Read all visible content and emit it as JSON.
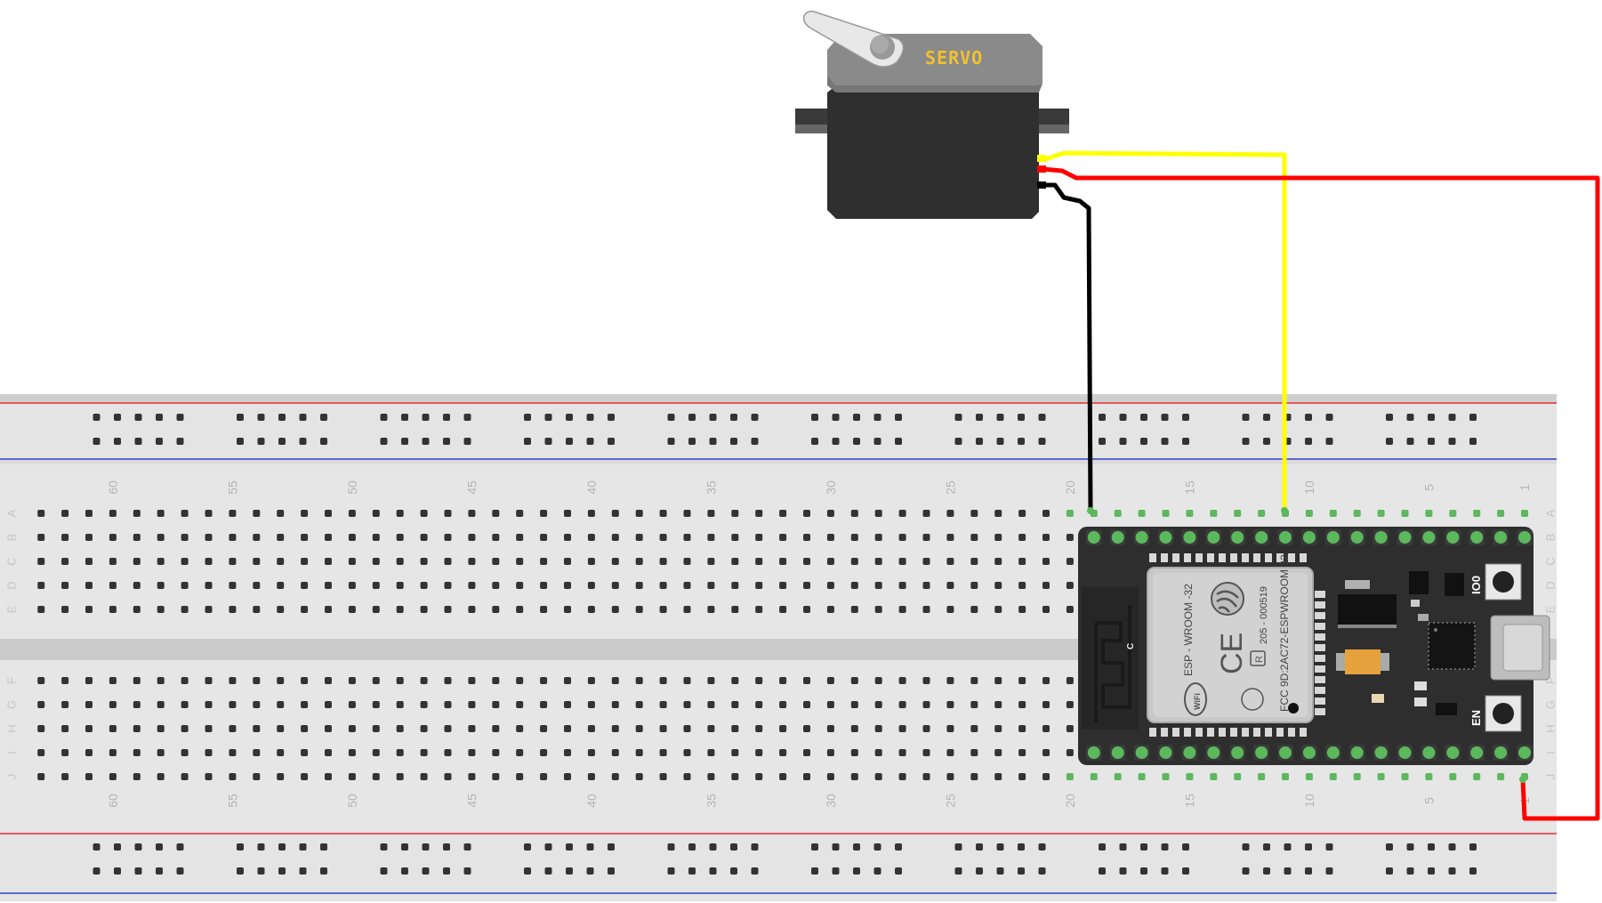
{
  "breadboard": {
    "column_numbers": [
      "60",
      "55",
      "50",
      "45",
      "40",
      "35",
      "30",
      "25",
      "20",
      "15",
      "10",
      "5",
      "1"
    ],
    "row_letters_top": [
      "A",
      "B",
      "C",
      "D",
      "E"
    ],
    "row_letters_bottom": [
      "F",
      "G",
      "H",
      "I",
      "J"
    ]
  },
  "servo": {
    "label": "SERVO"
  },
  "esp32": {
    "module_text": "ESP - WROOM -32",
    "fcc_text": "FCC 9D:2AC72-ESPWROOM 32",
    "cert_text": "205 - 000519",
    "wifi_text": "WiFi",
    "ce_text": "CE",
    "r_mark": "R",
    "c_mark": "C",
    "button_io0": "IO0",
    "button_en": "EN"
  },
  "wires": [
    {
      "name": "servo-ground",
      "color": "#000000"
    },
    {
      "name": "servo-signal",
      "color": "#ffff00"
    },
    {
      "name": "servo-power",
      "color": "#ff0000"
    }
  ],
  "colors": {
    "rail_red": "#e03030",
    "rail_blue": "#3040c8",
    "pin_green": "#5cb85c",
    "board": "#2e2e2e"
  }
}
